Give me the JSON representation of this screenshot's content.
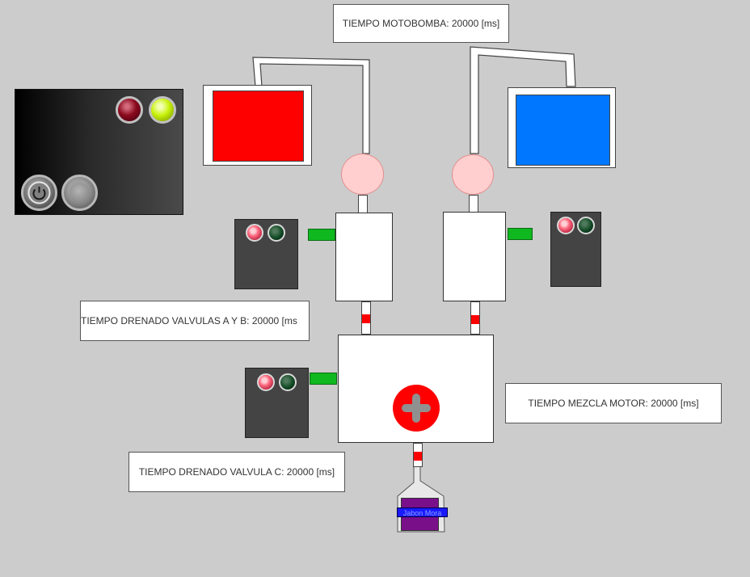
{
  "labels": {
    "motobomba": "TIEMPO MOTOBOMBA: 20000 [ms]",
    "drenado_ab": "TIEMPO DRENADO VALVULAS A Y B: 20000 [ms",
    "mezcla_motor": "TIEMPO MEZCLA MOTOR: 20000 [ms]",
    "drenado_c": "TIEMPO DRENADO VALVULA C: 20000 [ms]"
  },
  "product": {
    "label": "Jabon Mora",
    "color": "#7a0f8a"
  },
  "colors": {
    "background": "#cccccc",
    "tank_a_liquid": "#ff0000",
    "tank_b_liquid": "#0077ff",
    "pump": "#ffcfcf",
    "valve_open": "#0fb81f",
    "valve_closed_marker": "#ff0000",
    "mixer_icon": "#ff0000",
    "indicator_red": "#ff6a80",
    "indicator_green": "#124a25",
    "control_led_red": "#8b0a1e",
    "control_led_green": "#c8f20c"
  },
  "icons": {
    "control_panel": [
      "red-indicator-icon",
      "green-indicator-icon",
      "power-button-icon",
      "stop-button-icon"
    ],
    "mixer": "plus-motor-icon",
    "product": "bottle-icon"
  }
}
